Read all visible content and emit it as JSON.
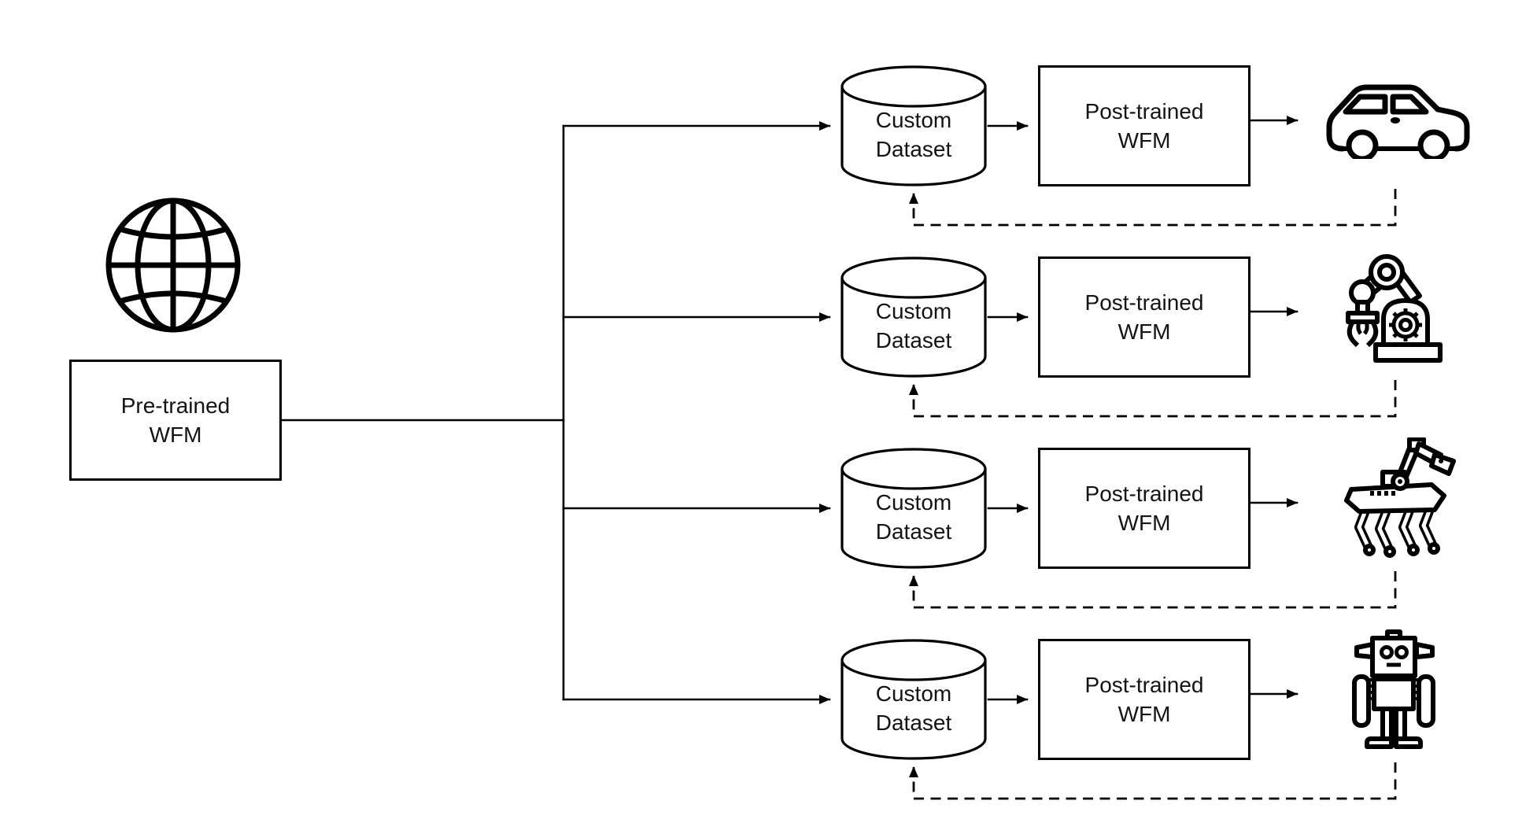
{
  "diagram": {
    "description": "World foundation model post-training pipeline diagram",
    "colors": {
      "stroke": "#000000",
      "background": "#ffffff",
      "text": "#141414"
    }
  },
  "source": {
    "icon": "globe",
    "label_line1": "Pre-trained",
    "label_line2": "WFM"
  },
  "rows": [
    {
      "dataset_line1": "Custom",
      "dataset_line2": "Dataset",
      "post_line1": "Post-trained",
      "post_line2": "WFM",
      "icon": "car"
    },
    {
      "dataset_line1": "Custom",
      "dataset_line2": "Dataset",
      "post_line1": "Post-trained",
      "post_line2": "WFM",
      "icon": "robot-arm"
    },
    {
      "dataset_line1": "Custom",
      "dataset_line2": "Dataset",
      "post_line1": "Post-trained",
      "post_line2": "WFM",
      "icon": "robot-dog"
    },
    {
      "dataset_line1": "Custom",
      "dataset_line2": "Dataset",
      "post_line1": "Post-trained",
      "post_line2": "WFM",
      "icon": "humanoid-robot"
    }
  ]
}
